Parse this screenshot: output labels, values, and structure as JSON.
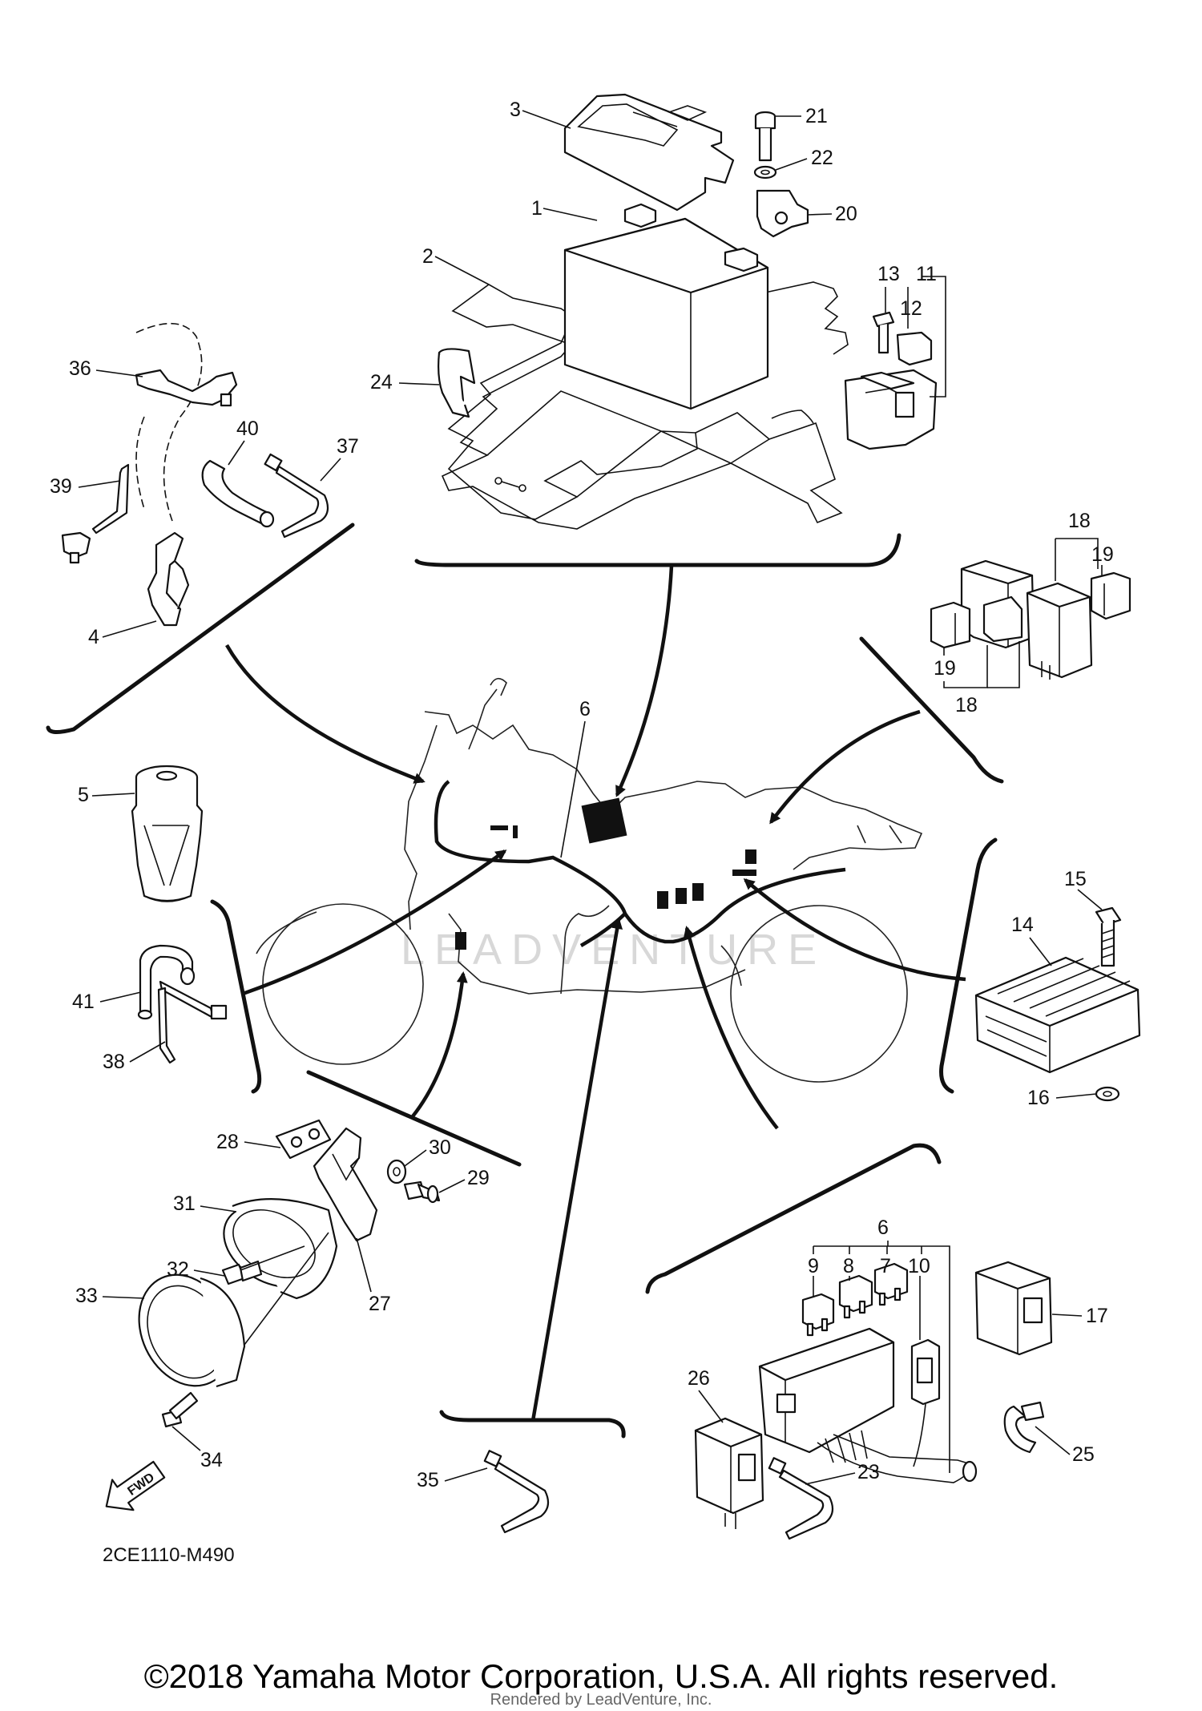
{
  "diagram_code": "2CE1110-M490",
  "fwd_label": "FWD",
  "watermark": "LEADVENTURE",
  "copyright": "©2018 Yamaha Motor Corporation, U.S.A. All rights reserved.",
  "rendered_by": "Rendered by LeadVenture, Inc.",
  "callouts": {
    "c1": "1",
    "c2": "2",
    "c3": "3",
    "c4": "4",
    "c5": "5",
    "c6a": "6",
    "c6b": "6",
    "c7": "7",
    "c8": "8",
    "c9": "9",
    "c10": "10",
    "c11": "11",
    "c12": "12",
    "c13": "13",
    "c14": "14",
    "c15": "15",
    "c16": "16",
    "c17": "17",
    "c18a": "18",
    "c18b": "18",
    "c19a": "19",
    "c19b": "19",
    "c20": "20",
    "c21": "21",
    "c22": "22",
    "c23": "23",
    "c24": "24",
    "c25": "25",
    "c26": "26",
    "c27": "27",
    "c28": "28",
    "c29": "29",
    "c30": "30",
    "c31": "31",
    "c32": "32",
    "c33": "33",
    "c34": "34",
    "c35": "35",
    "c36": "36",
    "c37": "37",
    "c38": "38",
    "c39": "39",
    "c40": "40",
    "c41": "41"
  }
}
